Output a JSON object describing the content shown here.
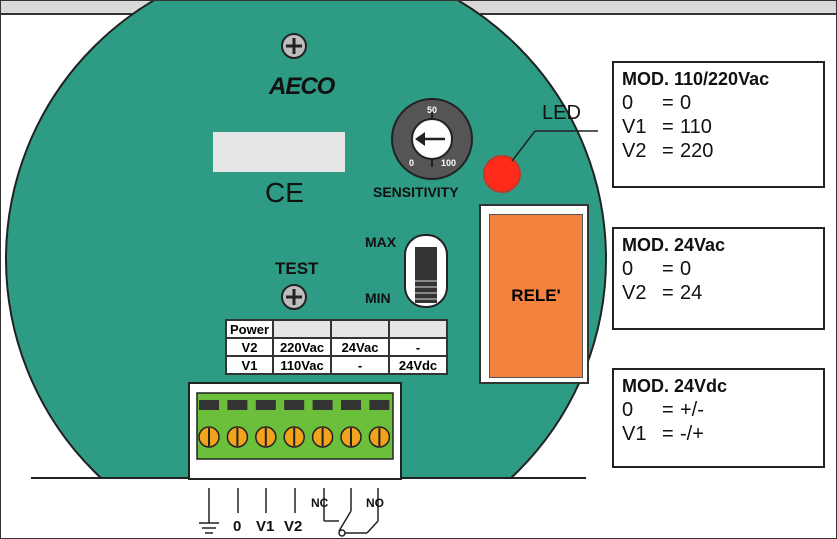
{
  "brand": "AECO",
  "panel": {
    "ce_mark": "CE",
    "led_label": "LED",
    "sensitivity": {
      "label": "SENSITIVITY",
      "tick_min": "0",
      "tick_mid": "50",
      "tick_max": "100"
    },
    "switch": {
      "max_label": "MAX",
      "min_label": "MIN"
    },
    "test_label": "TEST",
    "relay_label": "RELE'"
  },
  "power_table": {
    "header": "Power",
    "rows": [
      {
        "label": "V2",
        "cells": [
          "220Vac",
          "24Vac",
          "-"
        ]
      },
      {
        "label": "V1",
        "cells": [
          "110Vac",
          "-",
          "24Vdc"
        ]
      }
    ]
  },
  "terminals": {
    "count": 7,
    "labels": {
      "zero": "0",
      "v1": "V1",
      "v2": "V2",
      "nc": "NC",
      "no": "NO"
    }
  },
  "models": [
    {
      "title": "MOD. 110/220Vac",
      "rows": [
        {
          "k": "0",
          "v": "0"
        },
        {
          "k": "V1",
          "v": "110"
        },
        {
          "k": "V2",
          "v": "220"
        }
      ]
    },
    {
      "title": "MOD. 24Vac",
      "rows": [
        {
          "k": "0",
          "v": "0"
        },
        {
          "k": "V2",
          "v": "24"
        }
      ]
    },
    {
      "title": "MOD. 24Vdc",
      "rows": [
        {
          "k": "0",
          "v": "+/-"
        },
        {
          "k": "V1",
          "v": "-/+"
        }
      ]
    }
  ],
  "colors": {
    "panel": "#2e9b84",
    "relay": "#f4823f",
    "led": "#ff2a1a",
    "terminal_block": "#6bbf3a",
    "screw": "#f2a21c"
  }
}
